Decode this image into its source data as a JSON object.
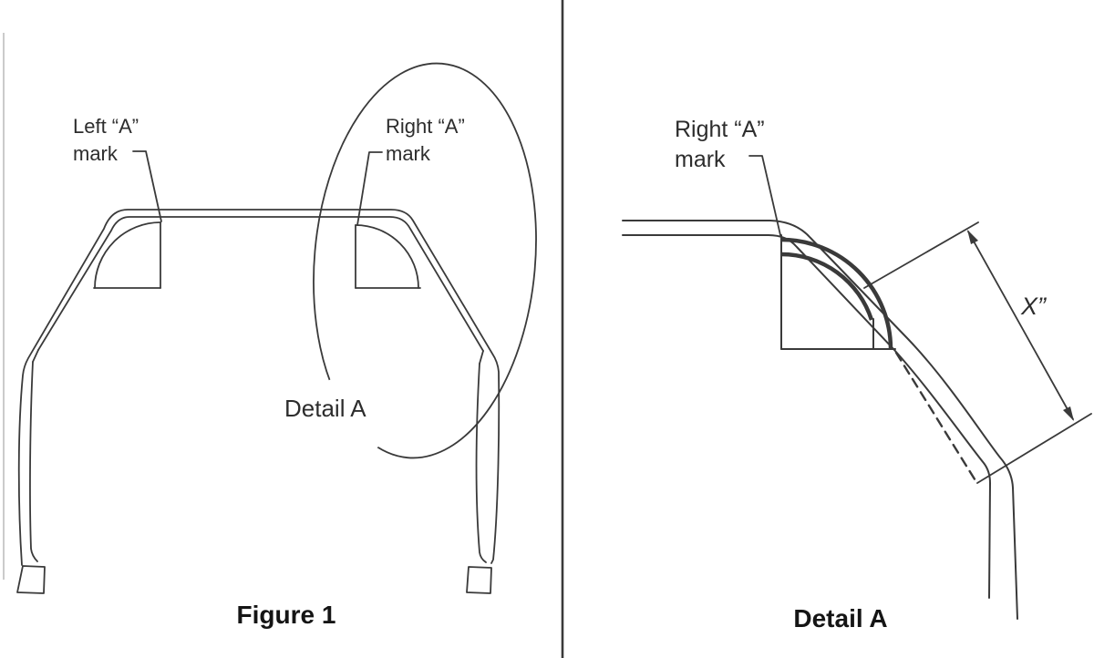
{
  "figure1": {
    "left_label": {
      "line1": "Left “A”",
      "line2": "mark"
    },
    "right_label": {
      "line1": "Right “A”",
      "line2": "mark"
    },
    "detail_callout": "Detail A",
    "caption": "Figure 1"
  },
  "detail": {
    "label": {
      "line1": "Right “A”",
      "line2": "mark"
    },
    "dimension_label": "X”",
    "caption": "Detail A"
  },
  "colors": {
    "line": "#3a3a3a",
    "text": "#2d2d2d",
    "background": "#ffffff"
  }
}
